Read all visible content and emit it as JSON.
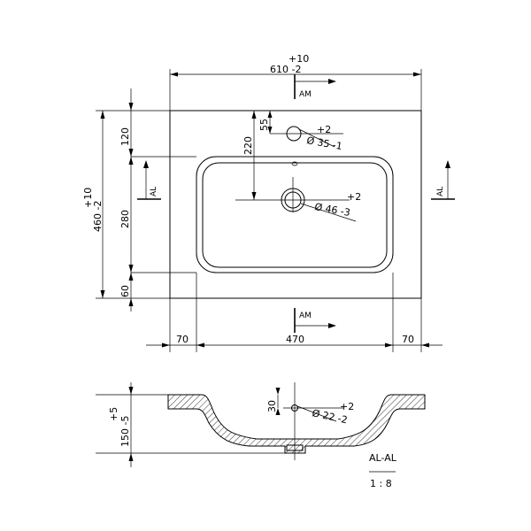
{
  "top_view": {
    "overall_width": {
      "tol_plus": "+10",
      "value": "610 -2"
    },
    "overall_depth": {
      "tol_plus": "+10",
      "value": "460 -2"
    },
    "depth_back": "120",
    "depth_bowl": "280",
    "depth_front": "60",
    "tap_hole_offset": "55",
    "drain_offset": "220",
    "tap_hole": {
      "tol_plus": "+2",
      "value": "Ø 35 -1"
    },
    "drain_hole": {
      "tol_plus": "+2",
      "value": "Ø 46 -3"
    },
    "width_left": "70",
    "width_bowl": "470",
    "width_right": "70",
    "section_am": "AM",
    "section_al": "AL"
  },
  "section_view": {
    "height": {
      "tol_plus": "+5",
      "value": "150 -5"
    },
    "overflow_offset": "30",
    "overflow_hole": {
      "tol_plus": "+2",
      "value": "Ø 22 -2"
    },
    "section_label": "AL-AL",
    "scale": "1 : 8"
  }
}
